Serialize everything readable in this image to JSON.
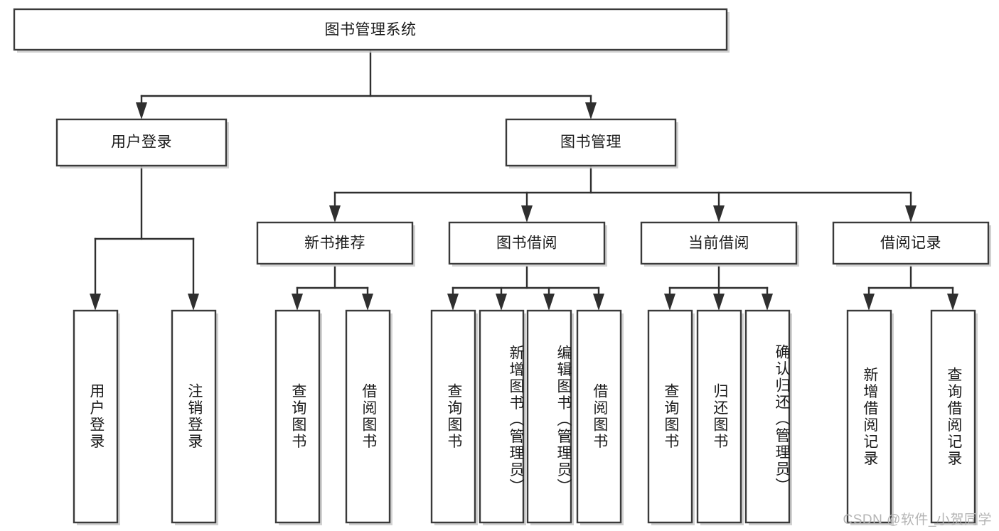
{
  "diagram": {
    "type": "tree-hierarchy",
    "title": "图书管理系统",
    "watermark": "CSDN @软件_小贺同学",
    "colors": {
      "box_fill": "#ffffff",
      "box_stroke": "#3a3a3a",
      "connector": "#2f2f2f",
      "text": "#1b1b1b",
      "watermark": "#b4b4b4",
      "background": "#ffffff"
    },
    "levels": [
      {
        "level": 1,
        "nodes": [
          {
            "id": "root",
            "label": "图书管理系统",
            "orientation": "horizontal"
          }
        ]
      },
      {
        "level": 2,
        "nodes": [
          {
            "id": "login",
            "label": "用户登录",
            "orientation": "horizontal",
            "parent": "root"
          },
          {
            "id": "bookmgmt",
            "label": "图书管理",
            "orientation": "horizontal",
            "parent": "root"
          }
        ]
      },
      {
        "level": 3,
        "nodes": [
          {
            "id": "newbook",
            "label": "新书推荐",
            "orientation": "horizontal",
            "parent": "bookmgmt"
          },
          {
            "id": "borrow",
            "label": "图书借阅",
            "orientation": "horizontal",
            "parent": "bookmgmt"
          },
          {
            "id": "current",
            "label": "当前借阅",
            "orientation": "horizontal",
            "parent": "bookmgmt"
          },
          {
            "id": "records",
            "label": "借阅记录",
            "orientation": "horizontal",
            "parent": "bookmgmt"
          }
        ]
      },
      {
        "level": 4,
        "nodes": [
          {
            "id": "leaf1",
            "label": "用户登录",
            "orientation": "vertical",
            "parent": "login"
          },
          {
            "id": "leaf2",
            "label": "注销登录",
            "orientation": "vertical",
            "parent": "login"
          },
          {
            "id": "leaf3",
            "label": "查询图书",
            "orientation": "vertical",
            "parent": "newbook"
          },
          {
            "id": "leaf4",
            "label": "借阅图书",
            "orientation": "vertical",
            "parent": "newbook"
          },
          {
            "id": "leaf5",
            "label": "查询图书",
            "orientation": "vertical",
            "parent": "borrow"
          },
          {
            "id": "leaf6",
            "label": "新增图书（管理员）",
            "orientation": "vertical",
            "parent": "borrow"
          },
          {
            "id": "leaf7",
            "label": "编辑图书（管理员）",
            "orientation": "vertical",
            "parent": "borrow"
          },
          {
            "id": "leaf8",
            "label": "借阅图书",
            "orientation": "vertical",
            "parent": "borrow"
          },
          {
            "id": "leaf9",
            "label": "查询图书",
            "orientation": "vertical",
            "parent": "current"
          },
          {
            "id": "leaf10",
            "label": "归还图书",
            "orientation": "vertical",
            "parent": "current"
          },
          {
            "id": "leaf11",
            "label": "确认归还（管理员）",
            "orientation": "vertical",
            "parent": "current"
          },
          {
            "id": "leaf12",
            "label": "新增借阅记录",
            "orientation": "vertical",
            "parent": "records"
          },
          {
            "id": "leaf13",
            "label": "查询借阅记录",
            "orientation": "vertical",
            "parent": "records"
          }
        ]
      }
    ]
  }
}
